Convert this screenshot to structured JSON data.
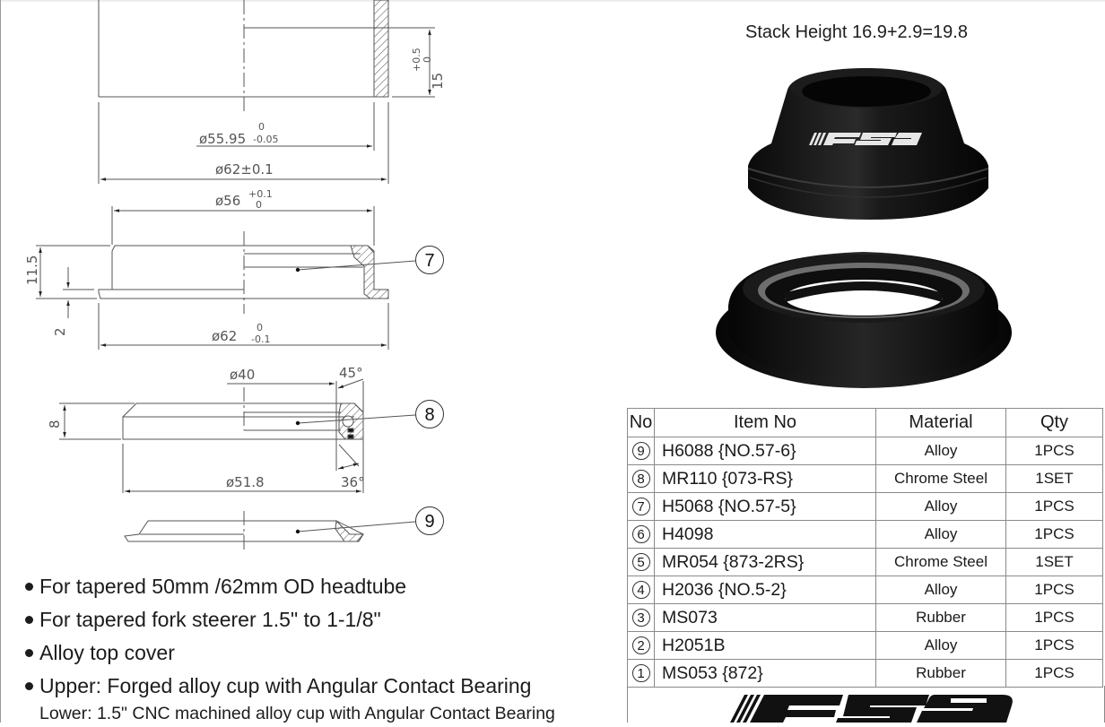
{
  "document": {
    "type": "headset technical spec sheet",
    "brand": "FSA",
    "stack_height": "Stack Height  16.9+2.9=19.8"
  },
  "drawing": {
    "top_cup": {
      "height_dim": "15",
      "height_tol_upper": "+0.5",
      "height_tol_lower": "0",
      "inner_dia_dim": "ø55.95",
      "inner_dia_tol_upper": "0",
      "inner_dia_tol_lower": "-0.05",
      "outer_dia_dim": "ø62±0.1"
    },
    "cup_7": {
      "callout": "7",
      "top_dia_dim": "ø56",
      "top_dia_tol_upper": "+0.1",
      "top_dia_tol_lower": "0",
      "height_dim": "11.5",
      "flange_dim": "2",
      "flange_dia_dim": "ø62",
      "flange_dia_tol_upper": "0",
      "flange_dia_tol_lower": "-0.1"
    },
    "bearing_8": {
      "callout": "8",
      "inner_dia_dim": "ø40",
      "angle_top": "45°",
      "height_dim": "8",
      "outer_dia_dim": "ø51.8",
      "angle_bottom": "36°"
    },
    "crown_race_9": {
      "callout": "9"
    }
  },
  "photo": {
    "upper_label": "FSA",
    "alt_upper": "Black upper headset cup with FSA logo",
    "alt_lower": "Black lower headset cup with bearing"
  },
  "features": [
    "For tapered 50mm /62mm OD headtube",
    "For tapered fork steerer 1.5\" to 1-1/8\"",
    "Alloy top cover",
    "Upper: Forged alloy cup with Angular Contact Bearing"
  ],
  "features_sub": "Lower: 1.5\" CNC machined alloy cup with Angular Contact Bearing",
  "parts_table": {
    "headers": [
      "No",
      "Item No",
      "Material",
      "Qty"
    ],
    "rows": [
      {
        "no": "9",
        "item": "H6088 {NO.57-6}",
        "material": "Alloy",
        "qty": "1PCS"
      },
      {
        "no": "8",
        "item": "MR110 {073-RS}",
        "material": "Chrome Steel",
        "qty": "1SET"
      },
      {
        "no": "7",
        "item": "H5068 {NO.57-5}",
        "material": "Alloy",
        "qty": "1PCS"
      },
      {
        "no": "6",
        "item": "H4098",
        "material": "Alloy",
        "qty": "1PCS"
      },
      {
        "no": "5",
        "item": "MR054 {873-2RS}",
        "material": "Chrome Steel",
        "qty": "1SET"
      },
      {
        "no": "4",
        "item": "H2036 {NO.5-2}",
        "material": "Alloy",
        "qty": "1PCS"
      },
      {
        "no": "3",
        "item": "MS073",
        "material": "Rubber",
        "qty": "1PCS"
      },
      {
        "no": "2",
        "item": "H2051B",
        "material": "Alloy",
        "qty": "1PCS"
      },
      {
        "no": "1",
        "item": "MS053 {872}",
        "material": "Rubber",
        "qty": "1PCS"
      }
    ]
  },
  "footer_logo": "FSA",
  "colors": {
    "line": "#555555",
    "hatch": "#666666",
    "anodized_black": "#141414",
    "table_border": "#8a8a8a"
  }
}
